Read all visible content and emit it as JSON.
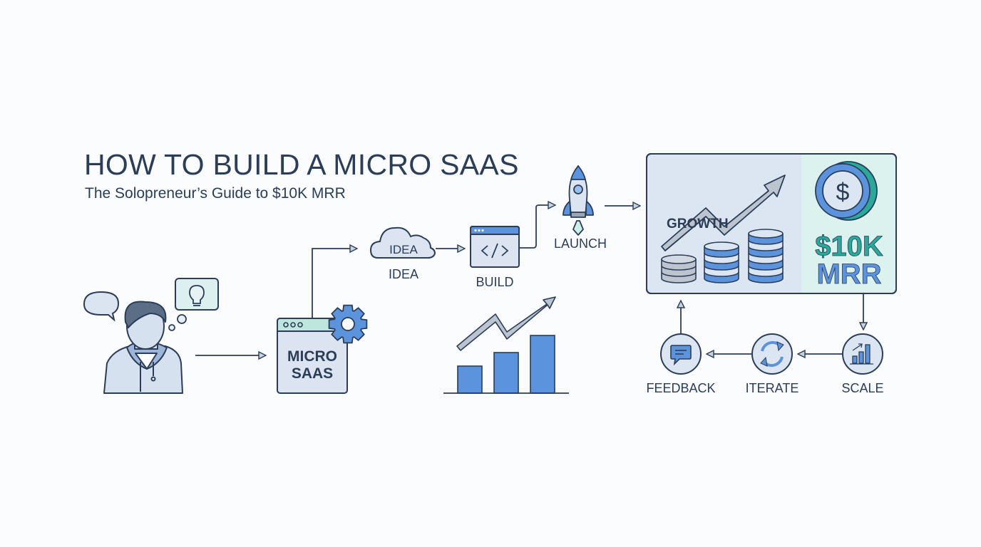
{
  "header": {
    "title": "HOW TO BUILD A MICRO SAAS",
    "subtitle": "The Solopreneur’s Guide to $10K MRR"
  },
  "steps": {
    "micro_saas": {
      "line1": "MICRO",
      "line2": "SAAS"
    },
    "idea_cloud": "IDEA",
    "idea": "IDEA",
    "build": "BUILD",
    "launch": "LAUNCH",
    "growth": "GROWTH",
    "goal_amount": "$10K",
    "goal_unit": "MRR",
    "feedback": "FEEDBACK",
    "iterate": "ITERATE",
    "scale": "SCALE"
  },
  "icons": {
    "person": "person-icon",
    "speech": "speech-bubble-icon",
    "lightbulb": "lightbulb-icon",
    "gear": "gear-icon",
    "cloud": "cloud-icon",
    "code": "code-window-icon",
    "rocket": "rocket-icon",
    "coin": "dollar-coin-icon",
    "chat": "chat-icon",
    "refresh": "refresh-icon",
    "chart": "bar-chart-icon"
  },
  "colors": {
    "ink": "#2b3d57",
    "blue": "#5b93dc",
    "light_blue": "#dce6f2",
    "teal": "#2aa89a",
    "mint": "#dff3ef",
    "gray": "#b9c1cb"
  }
}
